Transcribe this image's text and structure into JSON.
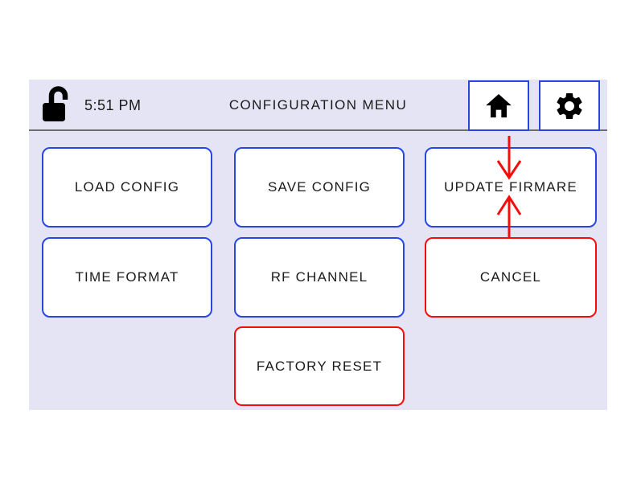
{
  "screen": {
    "title": "CONFIGURATION MENU",
    "time": "5:51 PM"
  },
  "header": {
    "lock_icon": "unlocked-padlock",
    "home_icon": "home",
    "settings_icon": "gear"
  },
  "buttons": [
    {
      "label": "LOAD CONFIG",
      "style": "blue"
    },
    {
      "label": "SAVE CONFIG",
      "style": "blue"
    },
    {
      "label": "UPDATE FIRMARE",
      "style": "blue",
      "annotated": true
    },
    {
      "label": "TIME FORMAT",
      "style": "blue"
    },
    {
      "label": "RF CHANNEL",
      "style": "blue"
    },
    {
      "label": "CANCEL",
      "style": "red"
    },
    {
      "label": "FACTORY RESET",
      "style": "red"
    }
  ],
  "annotations": {
    "arrows": [
      {
        "direction": "down",
        "from": "home-button",
        "target": "UPDATE FIRMARE",
        "color": "#f30e0e"
      },
      {
        "direction": "up",
        "from": "CANCEL",
        "target": "UPDATE FIRMARE",
        "color": "#f30e0e"
      }
    ]
  },
  "colors": {
    "panel_bg": "#e5e4f4",
    "blue": "#2747e0",
    "red": "#f30e0e",
    "divider": "#6f6f6f",
    "text": "#1b1b1b",
    "button_bg": "#ffffff",
    "icon": "#000000",
    "page_bg": "#ffffff"
  }
}
